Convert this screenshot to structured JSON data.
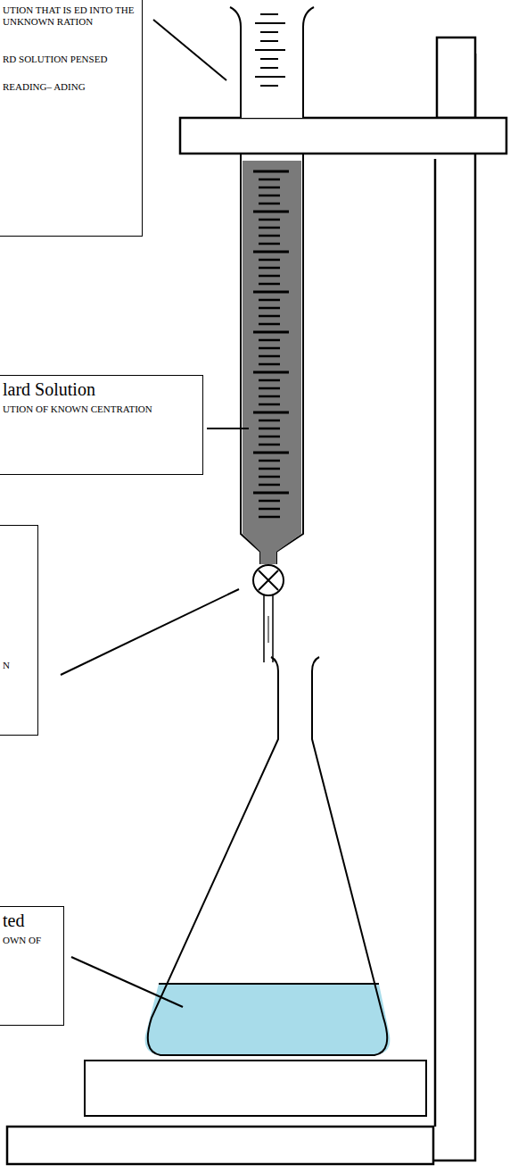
{
  "diagram": {
    "nodes": [
      {
        "text": [
          "UTION THAT IS ED INTO THE UNKNOWN RATION",
          "RD SOLUTION PENSED",
          "READING– ADING"
        ]
      },
      {
        "text": [
          "lard Solution",
          "UTION OF KNOWN CENTRATION"
        ]
      },
      {
        "text": [
          "N"
        ]
      },
      {
        "text": [
          "ted",
          "OWN OF"
        ]
      }
    ]
  }
}
